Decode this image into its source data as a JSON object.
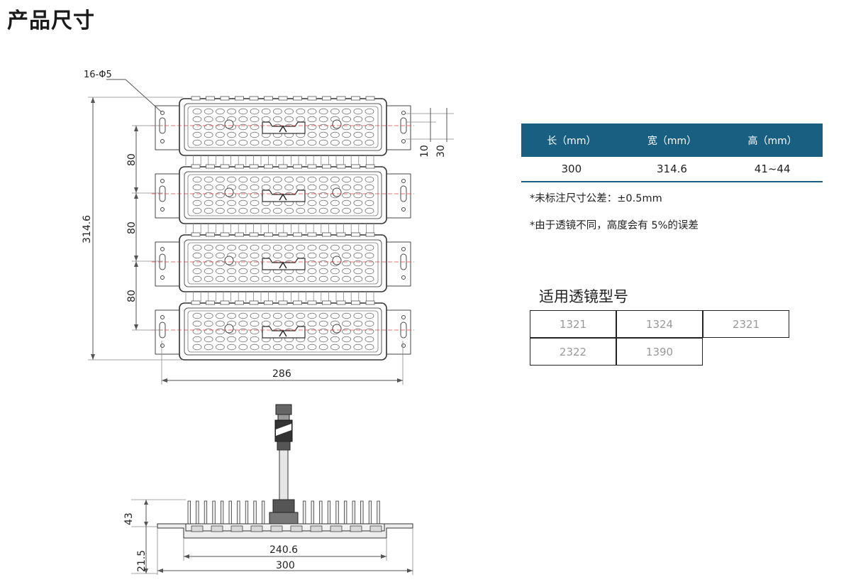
{
  "page": {
    "title": "产品尺寸"
  },
  "top_view": {
    "hole_label": "16-Φ5",
    "dim_height": "314.6",
    "dim_width": "286",
    "dim_pitch": [
      "80",
      "80",
      "80"
    ],
    "dim_small_a": "10",
    "dim_small_b": "30"
  },
  "side_view": {
    "dim_height": "43",
    "dim_base": "21.5",
    "dim_inner": "240.6",
    "dim_total": "300"
  },
  "spec_table": {
    "headers": [
      "长（mm）",
      "宽（mm）",
      "高（mm）"
    ],
    "values": [
      "300",
      "314.6",
      "41~44"
    ],
    "header_color": "#185f82"
  },
  "notes": [
    "*未标注尺寸公差：±0.5mm",
    "*由于透镜不同，高度会有 5%的误差"
  ],
  "lens_section": {
    "title": "适用透镜型号",
    "models": [
      "1321",
      "1324",
      "2321",
      "2322",
      "1390"
    ]
  }
}
